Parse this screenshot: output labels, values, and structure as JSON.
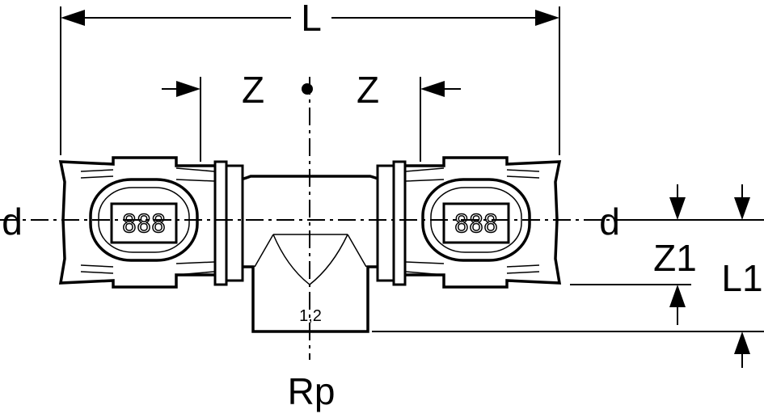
{
  "labels": {
    "length": "L",
    "z_left": "Z",
    "z_right": "Z",
    "d_left": "d",
    "d_right": "d",
    "z1": "Z1",
    "l1": "L1",
    "branch_thread": "Rp",
    "branch_marking": "1,2",
    "indicator_left": "888",
    "indicator_right": "888"
  },
  "colors": {
    "line": "#000000",
    "background": "#ffffff"
  }
}
